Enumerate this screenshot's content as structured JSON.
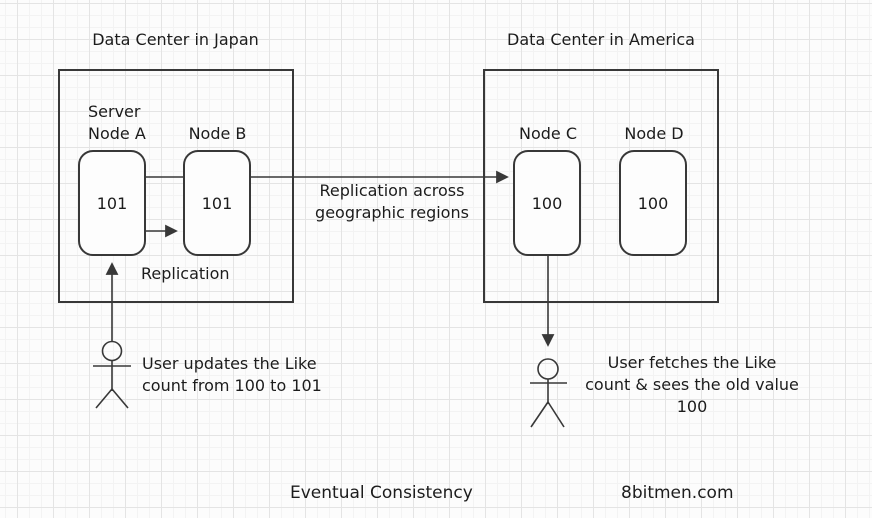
{
  "diagram": {
    "japan": {
      "title": "Data Center in Japan",
      "node_a_label": "Server\nNode A",
      "node_a_value": "101",
      "node_b_label": "Node B",
      "node_b_value": "101",
      "replication_label": "Replication"
    },
    "america": {
      "title": "Data Center in America",
      "node_c_label": "Node C",
      "node_c_value": "100",
      "node_d_label": "Node D",
      "node_d_value": "100"
    },
    "cross_region_label": "Replication across\ngeographic regions",
    "user_left_caption": "User updates the Like\ncount from 100 to 101",
    "user_right_caption": "User fetches the Like\ncount & sees the old value\n100",
    "footer_title": "Eventual Consistency",
    "watermark": "8bitmen.com",
    "colors": {
      "stroke": "#383838",
      "text": "#1c1c1c",
      "background": "#fcfcfc",
      "grid_major": "#e4e4e4",
      "grid_minor": "#f3f3f3"
    }
  }
}
